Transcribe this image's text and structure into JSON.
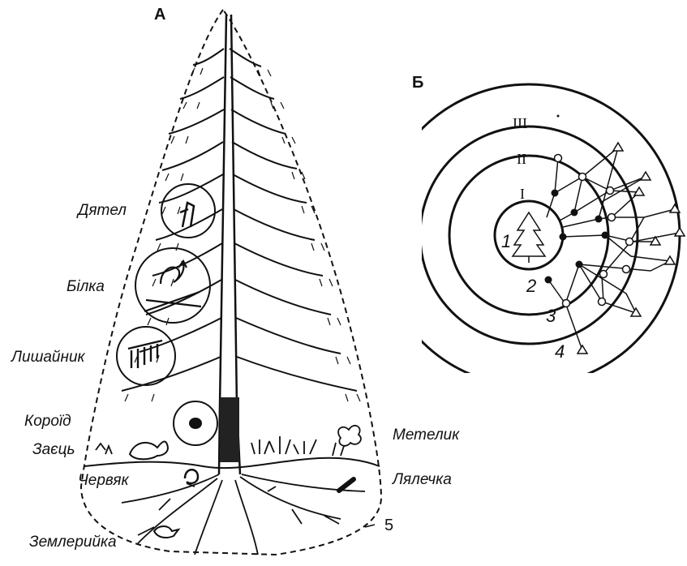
{
  "panel_a": {
    "letter": "А",
    "labels": {
      "woodpecker": "Дятел",
      "squirrel": "Білка",
      "lichen": "Лишайник",
      "bark_beetle": "Короїд",
      "hare": "Заєць",
      "worm": "Червяк",
      "mole": "Землерийка",
      "butterfly": "Метелик",
      "pupa": "Лялечка",
      "boundary_number": "5"
    }
  },
  "panel_b": {
    "letter": "Б",
    "ring_labels": [
      "I",
      "II",
      "III"
    ],
    "numbers": [
      "1",
      "2",
      "3",
      "4"
    ]
  },
  "colors": {
    "ink": "#111111",
    "background": "#ffffff"
  }
}
